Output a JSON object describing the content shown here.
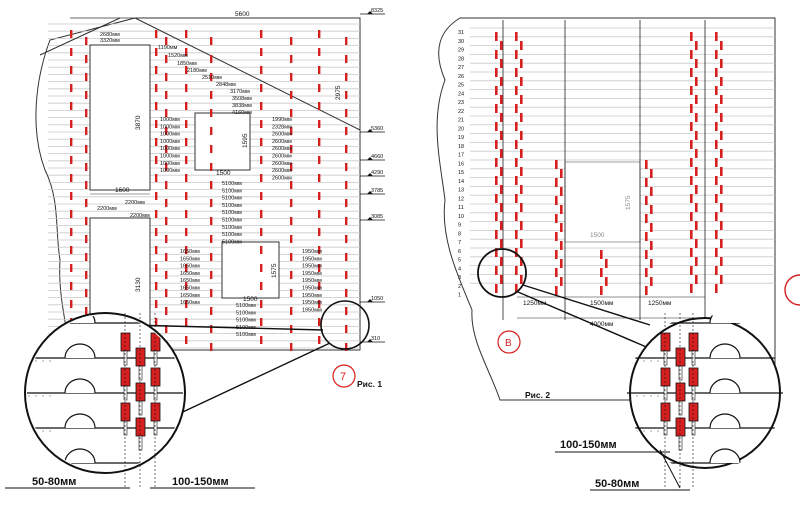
{
  "figure1": {
    "caption": "Рис. 1",
    "marker": "7",
    "overall_width": "5600",
    "window_top_width": "1600",
    "window_mid_width": "1500",
    "window_low_width": "1500",
    "win_mid_height": "1595",
    "win_low_height": "1575",
    "left_top_height": "3870",
    "left_low_height": "3130",
    "gable_height": "2975",
    "sill_labels": [
      "2200мм",
      "2200мм",
      "2200мм"
    ],
    "levels": [
      "8325",
      "5360",
      "4660",
      "4290",
      "3785",
      "3085",
      "1050",
      "310"
    ],
    "gable_labels": [
      "2680мм",
      "3320мм",
      "1190мм",
      "1520мм",
      "1850мм",
      "2180мм",
      "2510мм",
      "2848мм",
      "3170мм",
      "3508мм",
      "3838мм",
      "4160мм"
    ],
    "left_1000_labels": [
      "1000мм",
      "1000мм",
      "1000мм",
      "1000мм",
      "1000мм",
      "1000мм",
      "1000мм",
      "1000мм"
    ],
    "right_top_labels": [
      "1990мм",
      "2328мм",
      "2600мм",
      "2600мм",
      "2600мм",
      "2600мм",
      "2600мм",
      "2600мм",
      "2600мм"
    ],
    "center_5100_labels": [
      "5100мм",
      "5100мм",
      "5100мм",
      "5100мм",
      "5100мм",
      "5100мм",
      "5100мм",
      "5100мм",
      "5100мм"
    ],
    "left_1650_labels": [
      "1650мм",
      "1650мм",
      "1650мм",
      "1650мм",
      "1650мм",
      "1650мм",
      "1650мм",
      "1650мм"
    ],
    "right_1950_labels": [
      "1950мм",
      "1950мм",
      "1950мм",
      "1950мм",
      "1950мм",
      "1950мм",
      "1950мм",
      "1950мм",
      "1950мм"
    ],
    "bottom_5100_labels": [
      "5100мм",
      "5100мм",
      "5100мм",
      "5100мм",
      "5100мм"
    ],
    "detail_dim_left": "50-80мм",
    "detail_dim_right": "100-150мм"
  },
  "figure2": {
    "caption": "Рис. 2",
    "marker": "B",
    "row_numbers": [
      "31",
      "30",
      "29",
      "28",
      "27",
      "26",
      "25",
      "24",
      "23",
      "22",
      "21",
      "20",
      "19",
      "18",
      "17",
      "16",
      "15",
      "14",
      "13",
      "12",
      "11",
      "10",
      "9",
      "8",
      "7",
      "6",
      "5",
      "4",
      "3",
      "2",
      "1"
    ],
    "window_width": "1500",
    "window_height": "1575",
    "segment_dims": [
      "1250мм",
      "1500мм",
      "1250мм"
    ],
    "overall_dim": "4000мм",
    "detail_dim_top": "100-150мм",
    "detail_dim_bottom": "50-80мм"
  },
  "colors": {
    "dowel": "#d62020",
    "marker": "#d62020",
    "line": "#222222",
    "log": "#c8c8c8"
  }
}
